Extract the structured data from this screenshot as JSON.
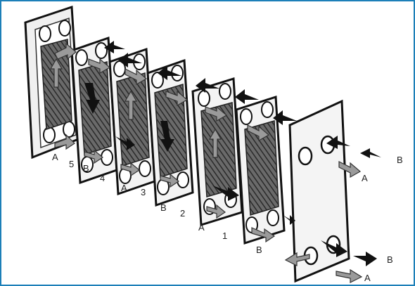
{
  "diagram": {
    "plate_numbers": [
      "5",
      "4",
      "3",
      "2",
      "1"
    ],
    "fluid_labels": {
      "b_inlet_right": "B",
      "a_outlet_right": "A",
      "b_outlet_right": "B",
      "a_inlet_right": "A",
      "a_under_plate5": "A",
      "b_under_plate5": "B",
      "a_under_plate4": "A",
      "b_under_plate3": "B",
      "a_under_plate2": "A",
      "b_under_plate1": "B"
    },
    "colors": {
      "frame_border": "#1c7fb8",
      "plate_stroke": "#1a1a1a",
      "plate_fill": "#efefef",
      "corrugation": "#4a4a4a",
      "arrow_black": "#111111",
      "arrow_grey": "#9a9a9a"
    }
  }
}
